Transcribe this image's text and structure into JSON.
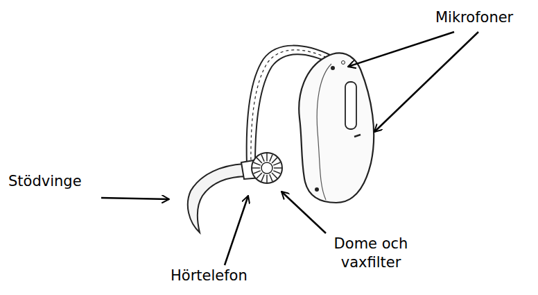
{
  "diagram": {
    "labels": [
      "Mikrofoner",
      "Stödvinge",
      "Hörtelefon",
      "Dome och vaxfilter"
    ]
  }
}
